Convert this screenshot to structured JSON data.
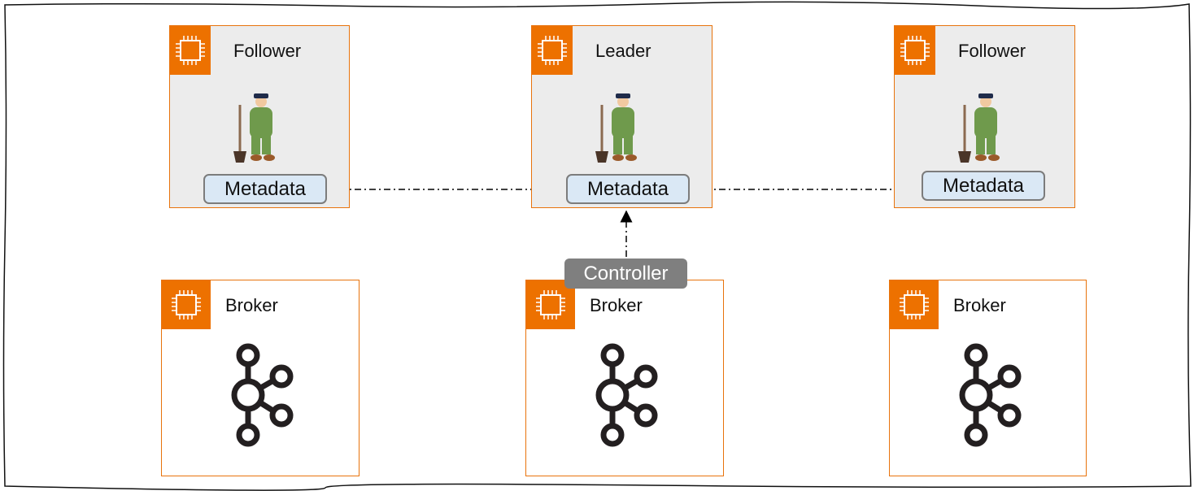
{
  "zookeeper_nodes": [
    {
      "role": "Follower",
      "store": "Metadata"
    },
    {
      "role": "Leader",
      "store": "Metadata"
    },
    {
      "role": "Follower",
      "store": "Metadata"
    }
  ],
  "brokers": [
    {
      "label": "Broker"
    },
    {
      "label": "Broker"
    },
    {
      "label": "Broker"
    }
  ],
  "controller_label": "Controller",
  "colors": {
    "accent": "#ed7100",
    "pill": "#dae8f5",
    "controller": "#7f7f7f"
  }
}
